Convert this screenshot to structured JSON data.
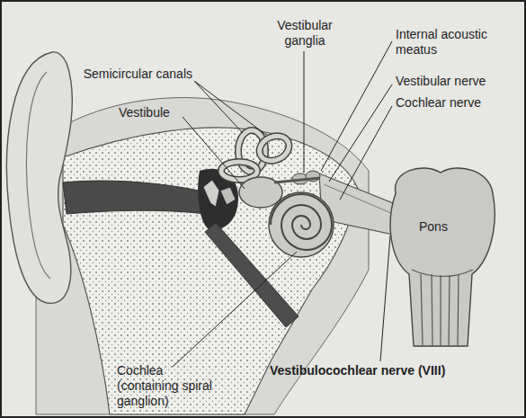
{
  "diagram": {
    "labels": [
      "Vestibular ganglia",
      "Internal acoustic meatus",
      "Semicircular canals",
      "Vestibular nerve",
      "Cochlear nerve",
      "Vestibule",
      "Pons",
      "Cochlea (containing spiral ganglion)",
      "Vestibulocochlear nerve (VIII)"
    ]
  }
}
